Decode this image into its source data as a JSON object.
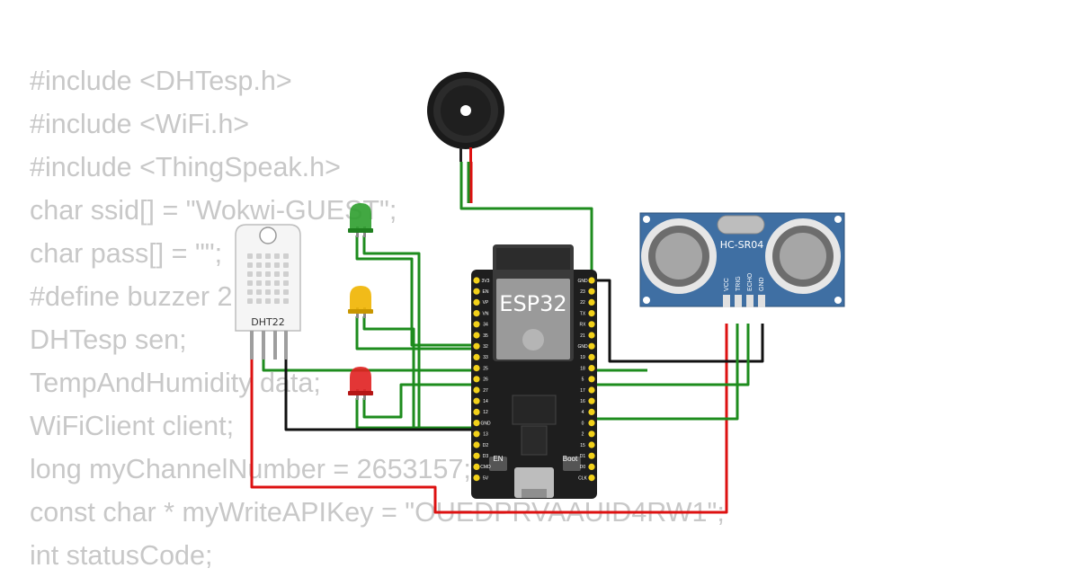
{
  "code_lines": [
    "#include <DHTesp.h>",
    "#include <WiFi.h>",
    "#include <ThingSpeak.h>",
    "char ssid[] = \"Wokwi-GUEST\";",
    "char pass[] = \"\";",
    "#define buzzer 2",
    "DHTesp sen;",
    "TempAndHumidity data;",
    "WiFiClient client;",
    "long myChannelNumber = 2653157;",
    "const char * myWriteAPIKey = \"OUEDPRVAAUID4RW1\";",
    "int statusCode;"
  ],
  "components": {
    "esp32": {
      "label": "ESP32",
      "en_label": "EN",
      "boot_label": "Boot"
    },
    "dht22": {
      "label": "DHT22"
    },
    "ultrasonic": {
      "label": "HC-SR04",
      "pins": [
        "VCC",
        "TRIG",
        "ECHO",
        "GND"
      ]
    },
    "leds": [
      {
        "name": "green-led",
        "color": "#2e9e2e"
      },
      {
        "name": "yellow-led",
        "color": "#f0b400"
      },
      {
        "name": "red-led",
        "color": "#e02020"
      }
    ],
    "buzzer": {
      "name": "buzzer"
    }
  },
  "esp32_pins": {
    "left": [
      "3V3",
      "EN",
      "VP",
      "VN",
      "34",
      "35",
      "32",
      "33",
      "25",
      "26",
      "27",
      "14",
      "12",
      "GND",
      "13",
      "D2",
      "D3",
      "CMD",
      "5V"
    ],
    "right": [
      "GND",
      "23",
      "22",
      "TX",
      "RX",
      "21",
      "GND",
      "19",
      "18",
      "5",
      "17",
      "16",
      "4",
      "0",
      "2",
      "15",
      "D1",
      "D0",
      "CLK"
    ]
  },
  "colors": {
    "wire_green": "#1e8c1e",
    "wire_red": "#dd1111",
    "wire_black": "#111111",
    "board": "#1e1e1e",
    "pin": "#f2d11a",
    "sensor_blue": "#3f6fa3",
    "code_text": "#c8c8c8"
  }
}
